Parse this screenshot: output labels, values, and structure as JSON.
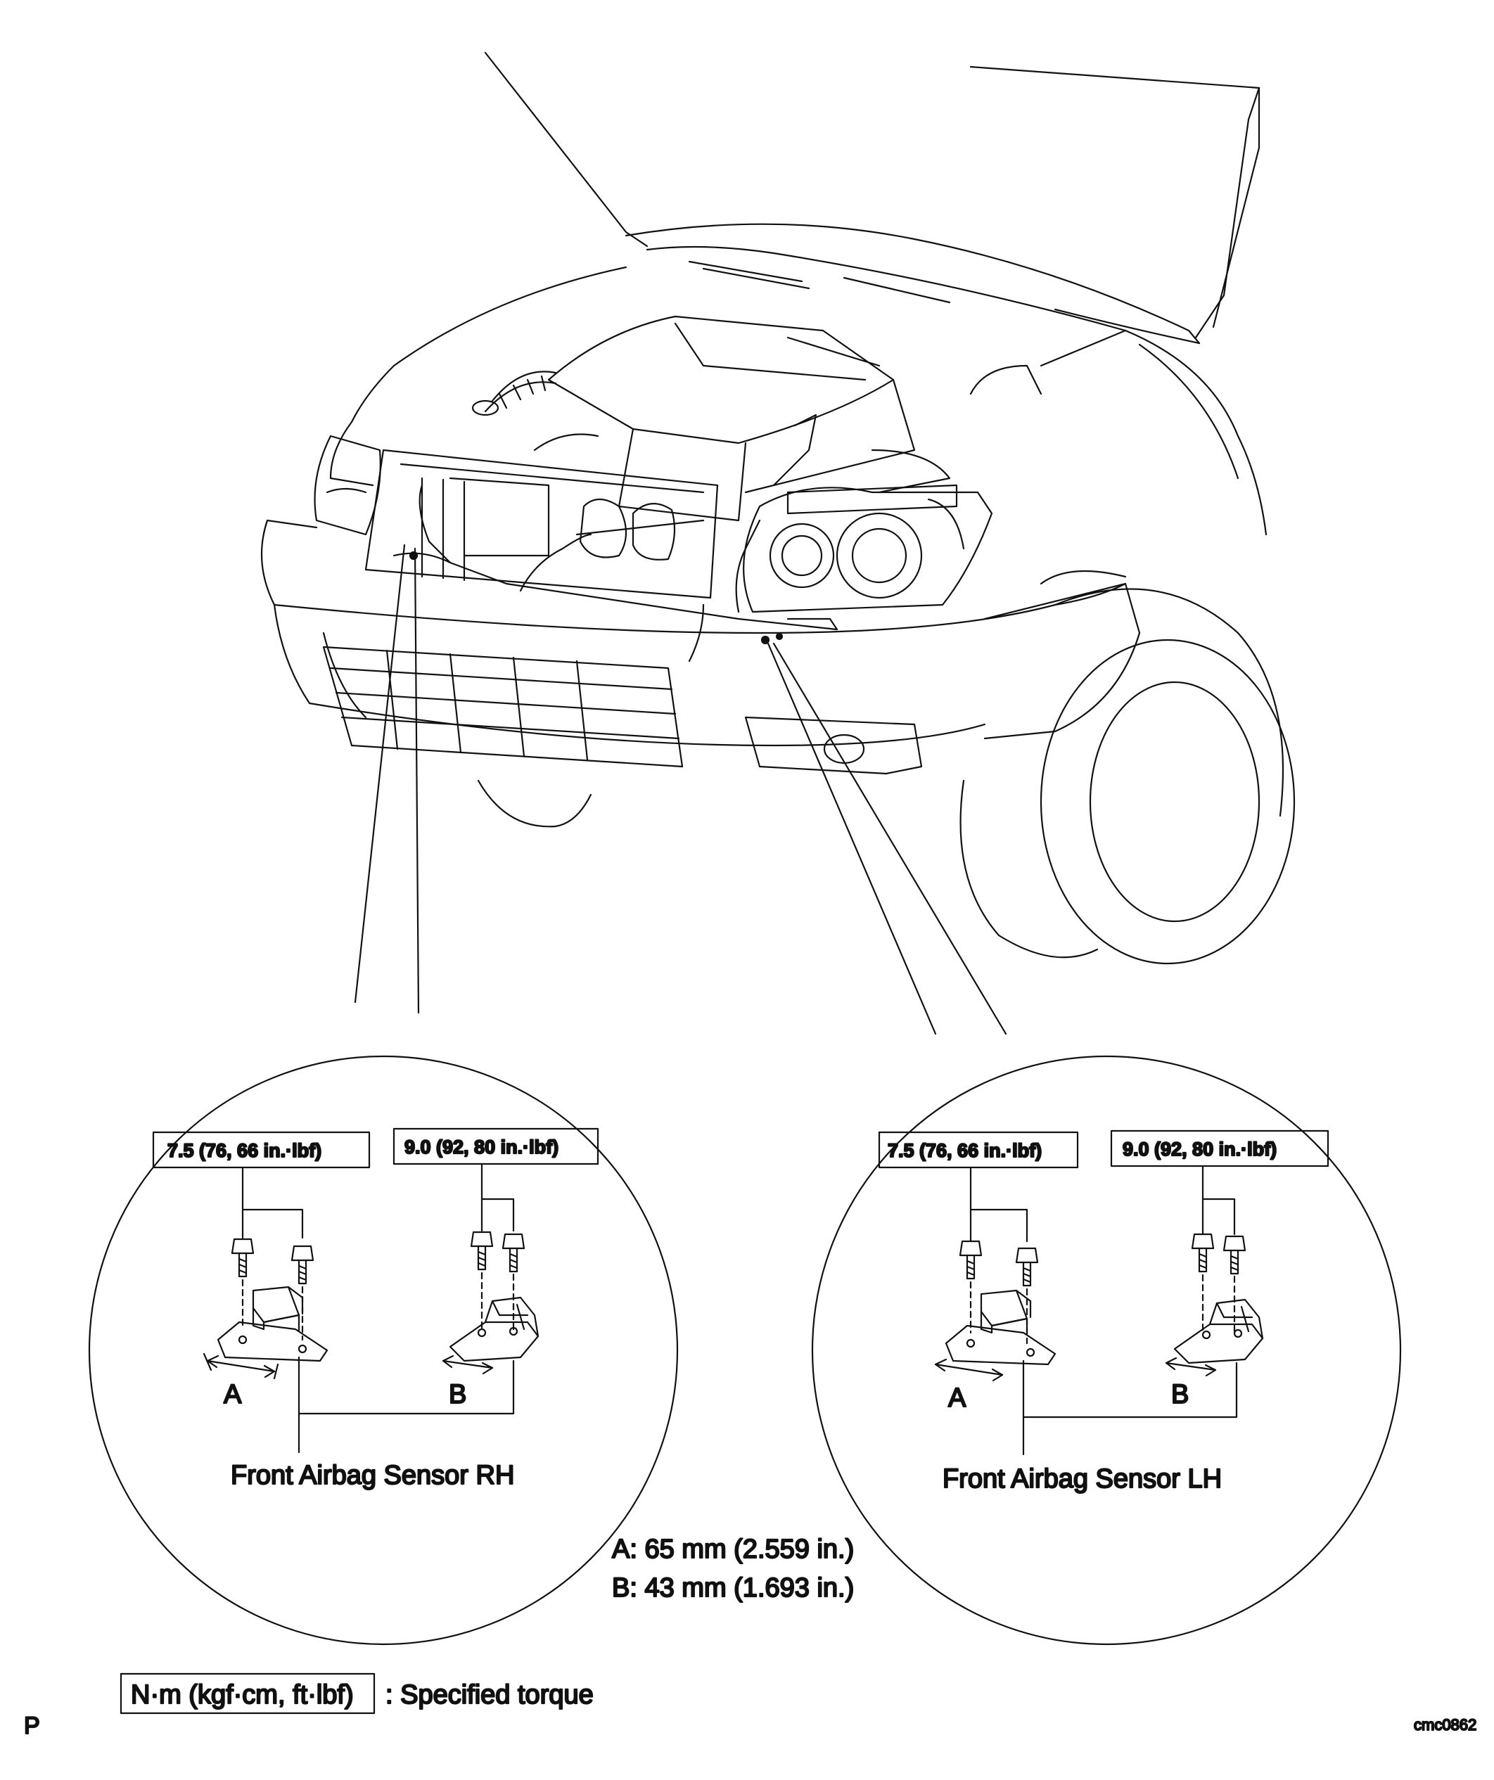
{
  "rh_view": {
    "torque_left": "7.5 (76, 66 in.·lbf)",
    "torque_right": "9.0 (92, 80 in.·lbf)",
    "dim_a": "A",
    "dim_b": "B",
    "sensor_label": "Front Airbag Sensor RH"
  },
  "lh_view": {
    "torque_left": "7.5 (76, 66 in.·lbf)",
    "torque_right": "9.0 (92, 80 in.·lbf)",
    "dim_a": "A",
    "dim_b": "B",
    "sensor_label": "Front Airbag Sensor LH"
  },
  "dimensions": {
    "a": "A: 65 mm (2.559 in.)",
    "b": "B: 43 mm (1.693 in.)"
  },
  "legend": {
    "torque_box": "N·m (kgf·cm, ft·lbf)",
    "description": ": Specified torque"
  },
  "footer": {
    "left_mark": "P",
    "figure_code": "cmc0862"
  }
}
